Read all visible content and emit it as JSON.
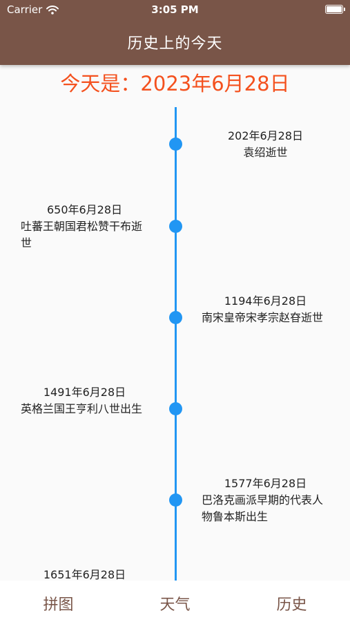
{
  "status_bar": {
    "carrier": "Carrier",
    "time": "3:05 PM"
  },
  "app_bar": {
    "title": "历史上的今天"
  },
  "today_label": "今天是：2023年6月28日",
  "events": [
    {
      "date": "202年6月28日",
      "text": "袁绍逝世"
    },
    {
      "date": "650年6月28日",
      "text": "吐蕃王朝国君松赞干布逝世"
    },
    {
      "date": "1194年6月28日",
      "text": "南宋皇帝宋孝宗赵昚逝世"
    },
    {
      "date": "1491年6月28日",
      "text": "英格兰国王亨利八世出生"
    },
    {
      "date": "1577年6月28日",
      "text": "巴洛克画派早期的代表人物鲁本斯出生"
    },
    {
      "date": "1651年6月28日",
      "text": ""
    }
  ],
  "tabs": [
    {
      "label": "拼图"
    },
    {
      "label": "天气"
    },
    {
      "label": "历史"
    }
  ],
  "colors": {
    "app_bar": "#795548",
    "accent": "#f4511e",
    "timeline": "#2196f3"
  }
}
